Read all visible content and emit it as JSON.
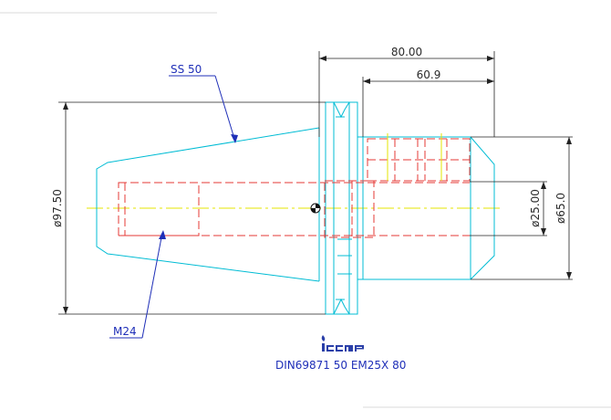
{
  "drawing": {
    "dimensions": {
      "overall_length": "80.00",
      "inner_length": "60.9",
      "flange_diameter": "ø97.50",
      "bore_diameter": "ø25.00",
      "nose_diameter": "ø65.0"
    },
    "callouts": {
      "taper": "SS 50",
      "thread": "M24"
    },
    "title_block": {
      "designation": "DIN69871 50 EM25X 80"
    },
    "colors": {
      "outline_cyan": "#00bcd4",
      "hidden_red": "#e53935",
      "centerline_yellow": "#e6e600",
      "dimension_dark": "#222222",
      "callout_blue": "#1f2fb8",
      "logo_blue": "#2a3fa8"
    }
  }
}
